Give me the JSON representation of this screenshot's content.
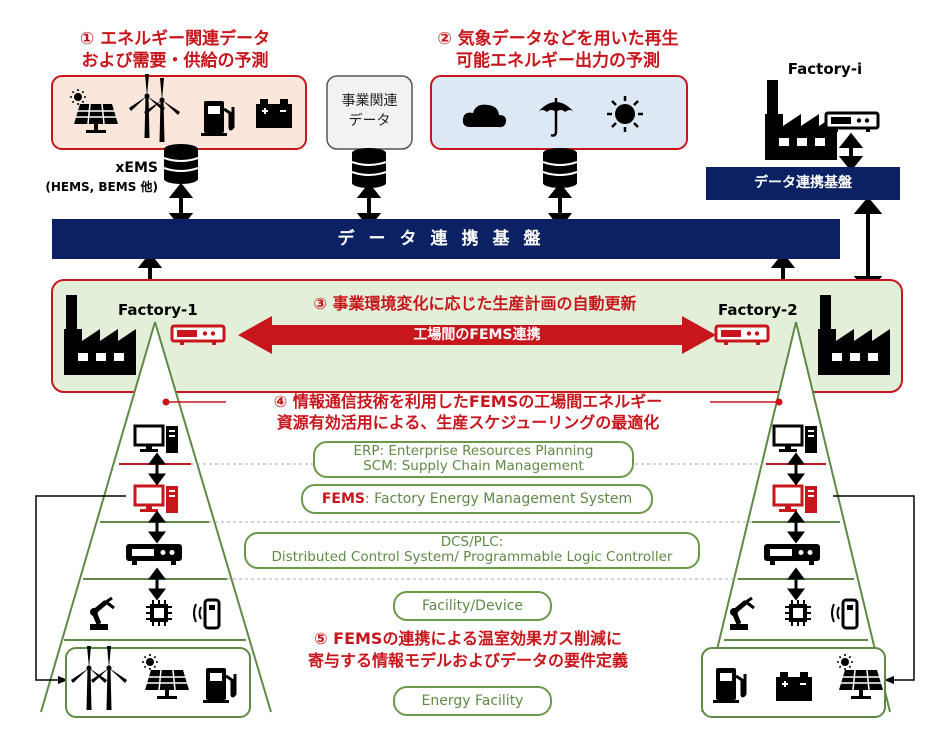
{
  "section1": {
    "number": "①",
    "line1": "エネルギー関連データ",
    "line2": "および需要・供給の予測"
  },
  "section2": {
    "number": "②",
    "line1": "気象データなどを用いた再生",
    "line2": "可能エネルギー出力の予測"
  },
  "biz_data": {
    "line1": "事業関連",
    "line2": "データ"
  },
  "xems": {
    "title": "xEMS",
    "subtitle": "(HEMS, BEMS 他)"
  },
  "factory_i": "Factory-i",
  "platform_small": "データ連携基盤",
  "platform_main": "データ連携基盤",
  "factory1": "Factory-1",
  "factory2": "Factory-2",
  "section3": {
    "number": "③",
    "text": "事業環境変化に応じた生産計画の自動更新"
  },
  "fems_link": "工場間のFEMS連携",
  "section4": {
    "number": "④",
    "line1": "情報通信技術を利用したFEMSの工場間エネルギー",
    "line2": "資源有効活用による、生産スケジューリングの最適化"
  },
  "layers": {
    "erp_line1": "ERP: Enterprise Resources Planning",
    "erp_line2": "SCM: Supply Chain Management",
    "fems_abbr": "FEMS",
    "fems_rest": ": Factory Energy Management System",
    "dcs_line1": "DCS/PLC:",
    "dcs_line2": "Distributed Control System/ Programmable Logic Controller",
    "facility": "Facility/Device",
    "energy": "Energy Facility"
  },
  "section5": {
    "number": "⑤",
    "line1": "FEMSの連携による温室効果ガス削減に",
    "line2": "寄与する情報モデルおよびデータの要件定義"
  },
  "colors": {
    "red": "#c8161d",
    "navy": "#0b2163",
    "green_fill": "#e3efd9",
    "green_border": "#6a9a4a",
    "pink_fill": "#fbe6dc",
    "blue_fill": "#dde8f5"
  },
  "icons": [
    "sun-icon",
    "solar-panel-icon",
    "wind-turbine-icon",
    "fuel-pump-icon",
    "battery-icon",
    "cloud-icon",
    "umbrella-icon",
    "database-icon",
    "factory-icon",
    "gateway-device-icon",
    "computer-icon",
    "robot-arm-icon",
    "chip-icon",
    "sensor-icon"
  ]
}
